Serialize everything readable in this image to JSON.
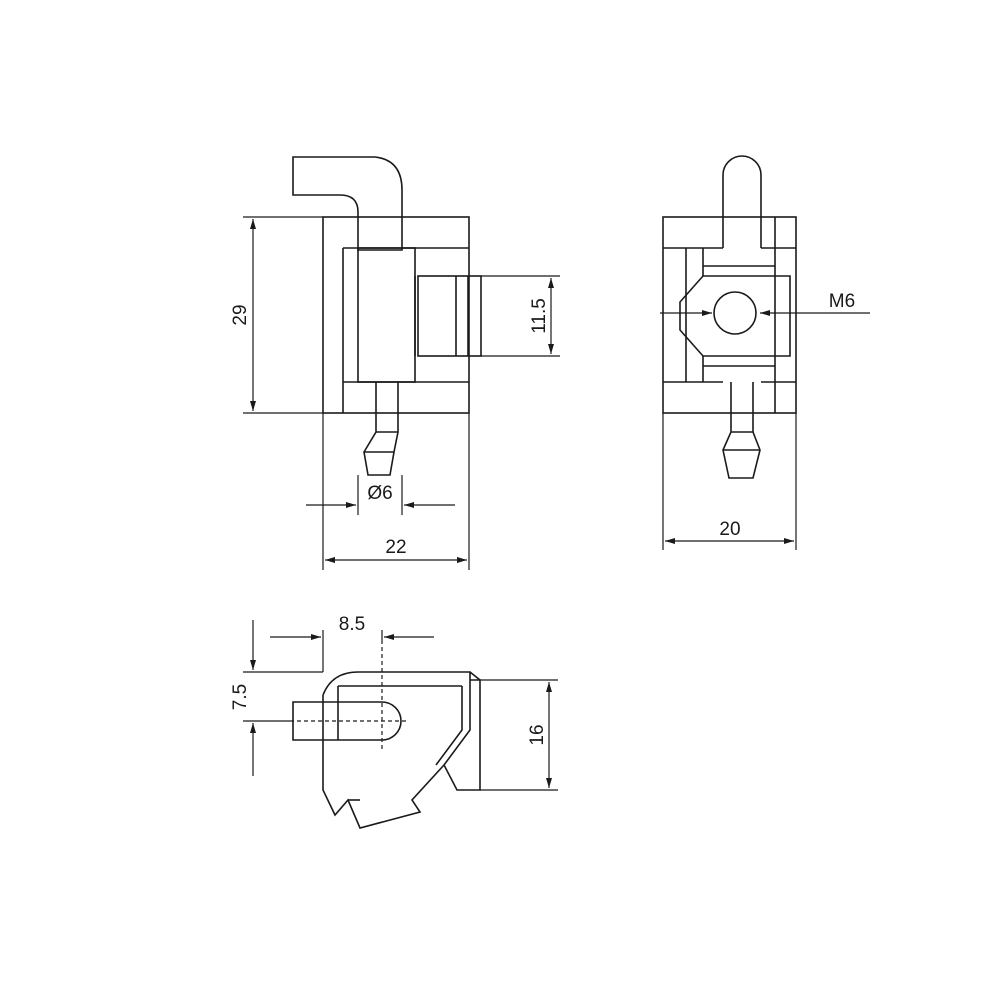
{
  "drawing": {
    "dimensions": {
      "height_29": "29",
      "pin_diameter": "Ø6",
      "width_22": "22",
      "slot_11_5": "11.5",
      "width_20": "20",
      "thread": "M6",
      "offset_8_5": "8.5",
      "offset_7_5": "7.5",
      "height_16": "16"
    }
  }
}
